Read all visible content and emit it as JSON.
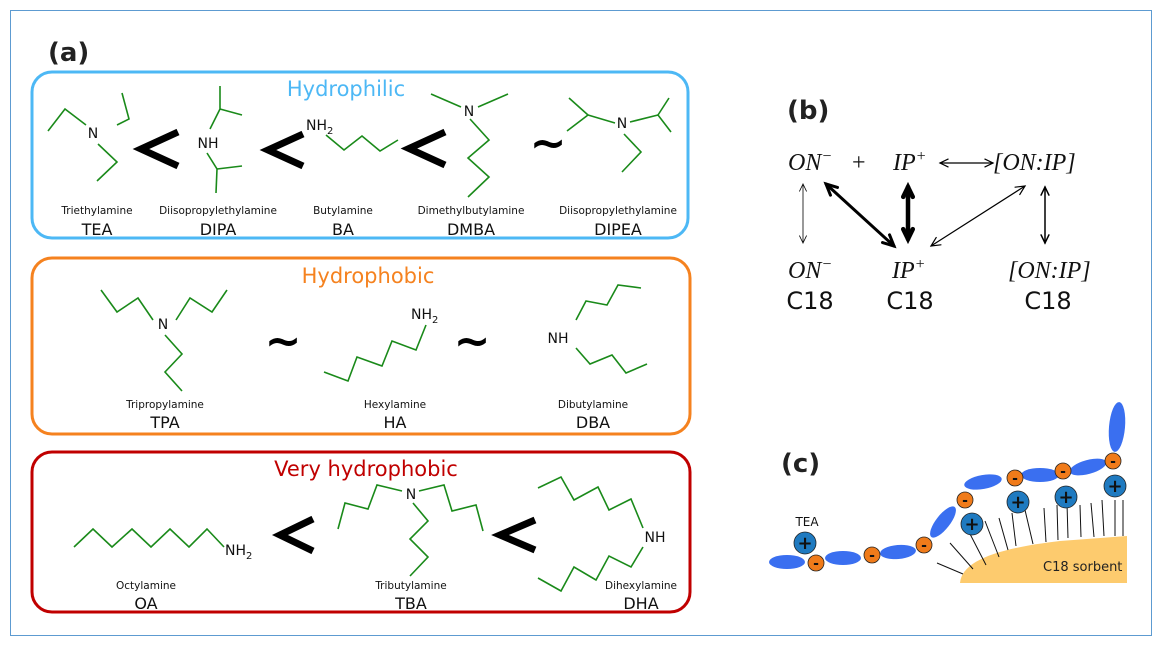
{
  "colors": {
    "frame": "#5d9bd1",
    "hydrophilic": "#4db8f5",
    "hydrophobic": "#f5821f",
    "very_hydrophobic": "#c00000",
    "bond": "#1a8a1a",
    "ion_pair_chain": "#3a6ff0",
    "negative_charge": "#f07b1a",
    "positive_charge": "#1f7ac0",
    "sorbent": "#fdcb6e"
  },
  "panel_a": {
    "label": "(a)",
    "groups": [
      {
        "title": "Hydrophilic",
        "comparators": [
          "<",
          "<",
          "<",
          "~"
        ],
        "molecules": [
          {
            "name": "Triethylamine",
            "abbr": "TEA",
            "atom": "N",
            "atom_sub": ""
          },
          {
            "name": "Diisopropylethylamine",
            "abbr": "DIPA",
            "atom": "NH",
            "atom_sub": ""
          },
          {
            "name": "Butylamine",
            "abbr": "BA",
            "atom": "NH",
            "atom_sub": "2"
          },
          {
            "name": "Dimethylbutylamine",
            "abbr": "DMBA",
            "atom": "N",
            "atom_sub": ""
          },
          {
            "name": "Diisopropylethylamine",
            "abbr": "DIPEA",
            "atom": "N",
            "atom_sub": ""
          }
        ]
      },
      {
        "title": "Hydrophobic",
        "comparators": [
          "~",
          "~"
        ],
        "molecules": [
          {
            "name": "Tripropylamine",
            "abbr": "TPA",
            "atom": "N",
            "atom_sub": ""
          },
          {
            "name": "Hexylamine",
            "abbr": "HA",
            "atom": "NH",
            "atom_sub": "2"
          },
          {
            "name": "Dibutylamine",
            "abbr": "DBA",
            "atom": "NH",
            "atom_sub": ""
          }
        ]
      },
      {
        "title": "Very hydrophobic",
        "comparators": [
          "<",
          "<"
        ],
        "molecules": [
          {
            "name": "Octylamine",
            "abbr": "OA",
            "atom": "NH",
            "atom_sub": "2"
          },
          {
            "name": "Tributylamine",
            "abbr": "TBA",
            "atom": "N",
            "atom_sub": ""
          },
          {
            "name": "Dihexylamine",
            "abbr": "DHA",
            "atom": "NH",
            "atom_sub": ""
          }
        ]
      }
    ]
  },
  "panel_b": {
    "label": "(b)",
    "row1": {
      "on": "ON",
      "on_charge": "−",
      "plus": "+",
      "ip": "IP",
      "ip_charge": "+",
      "complex": "[ON:IP]"
    },
    "row2": {
      "on": "ON",
      "on_charge": "−",
      "ip": "IP",
      "ip_charge": "+",
      "complex": "[ON:IP]"
    },
    "phase": [
      "C18",
      "C18",
      "C18"
    ]
  },
  "panel_c": {
    "label": "(c)",
    "tea_label": "TEA",
    "sorbent_label": "C18 sorbent",
    "minus_sign": "-",
    "plus_sign": "+"
  }
}
